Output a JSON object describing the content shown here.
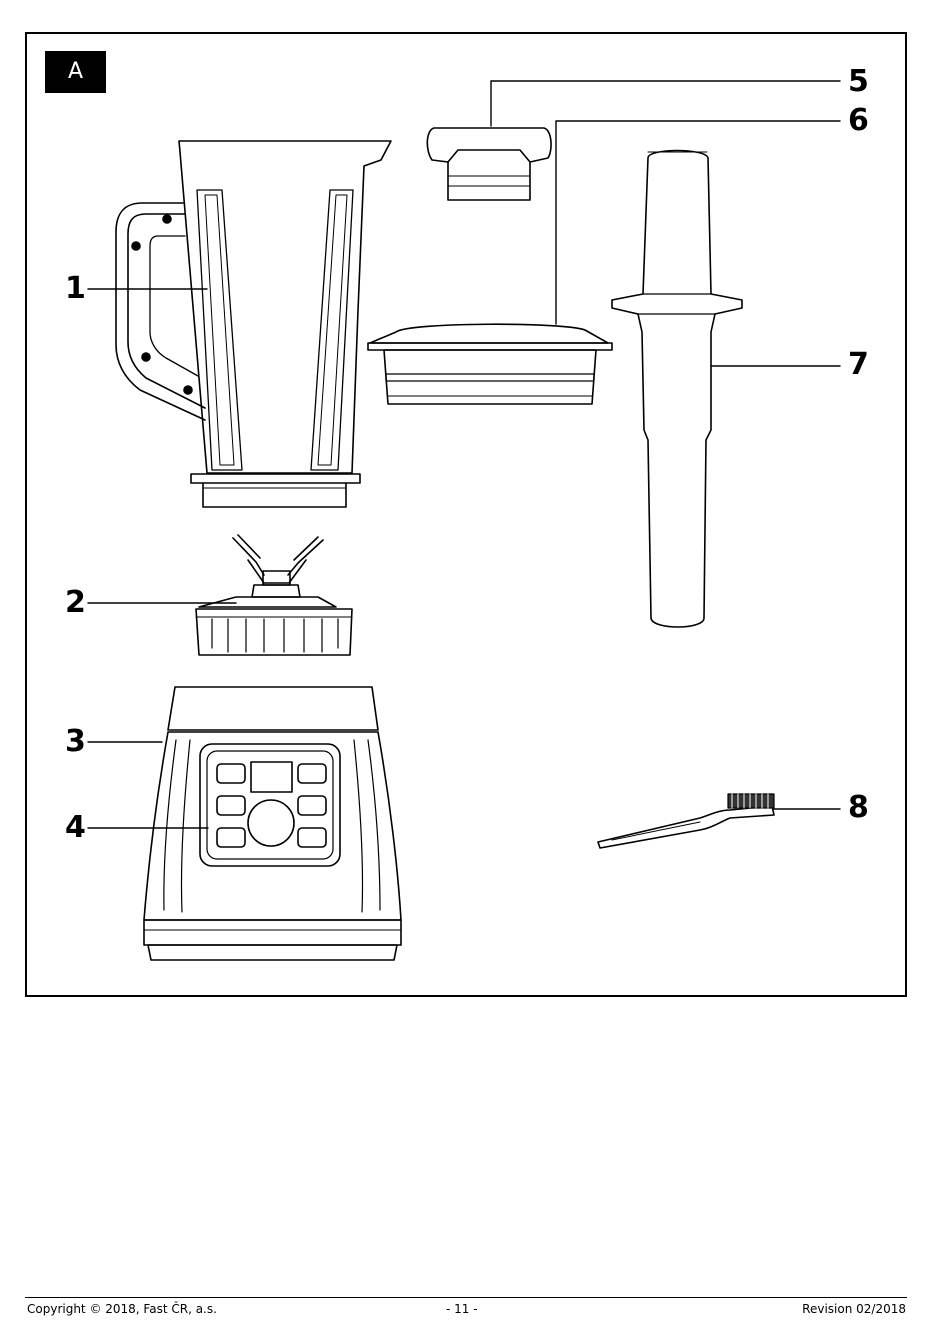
{
  "figure": {
    "section_label": "A",
    "callouts": [
      {
        "id": "1",
        "part": "jug"
      },
      {
        "id": "2",
        "part": "blade-assembly"
      },
      {
        "id": "3",
        "part": "motor-base"
      },
      {
        "id": "4",
        "part": "control-panel"
      },
      {
        "id": "5",
        "part": "lid-cap"
      },
      {
        "id": "6",
        "part": "lid"
      },
      {
        "id": "7",
        "part": "tamper"
      },
      {
        "id": "8",
        "part": "cleaning-brush"
      }
    ]
  },
  "footer": {
    "copyright": "Copyright © 2018, Fast ČR, a.s.",
    "page": "- 11 -",
    "revision": "Revision 02/2018"
  }
}
